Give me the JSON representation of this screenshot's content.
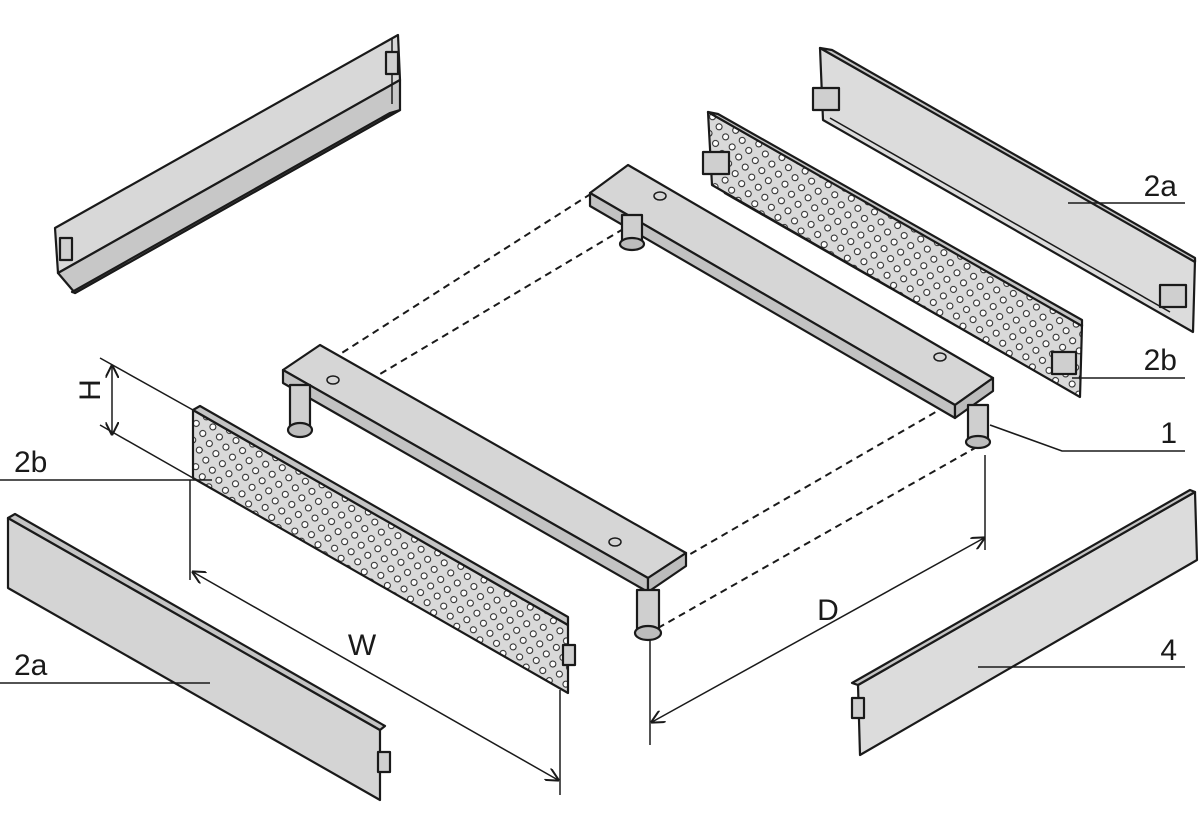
{
  "labels": {
    "top_right_panel": "2a",
    "top_right_perforated": "2b",
    "base_frame": "1",
    "left_perforated": "2b",
    "left_solid": "2a",
    "right_solid": "4"
  },
  "dimensions": {
    "height": "H",
    "width": "W",
    "depth": "D"
  },
  "colors": {
    "panel_face": "#dcdcdc",
    "panel_edge": "#bdbdbd",
    "frame_top": "#d6d6d6",
    "outline": "#1a1a1a"
  }
}
